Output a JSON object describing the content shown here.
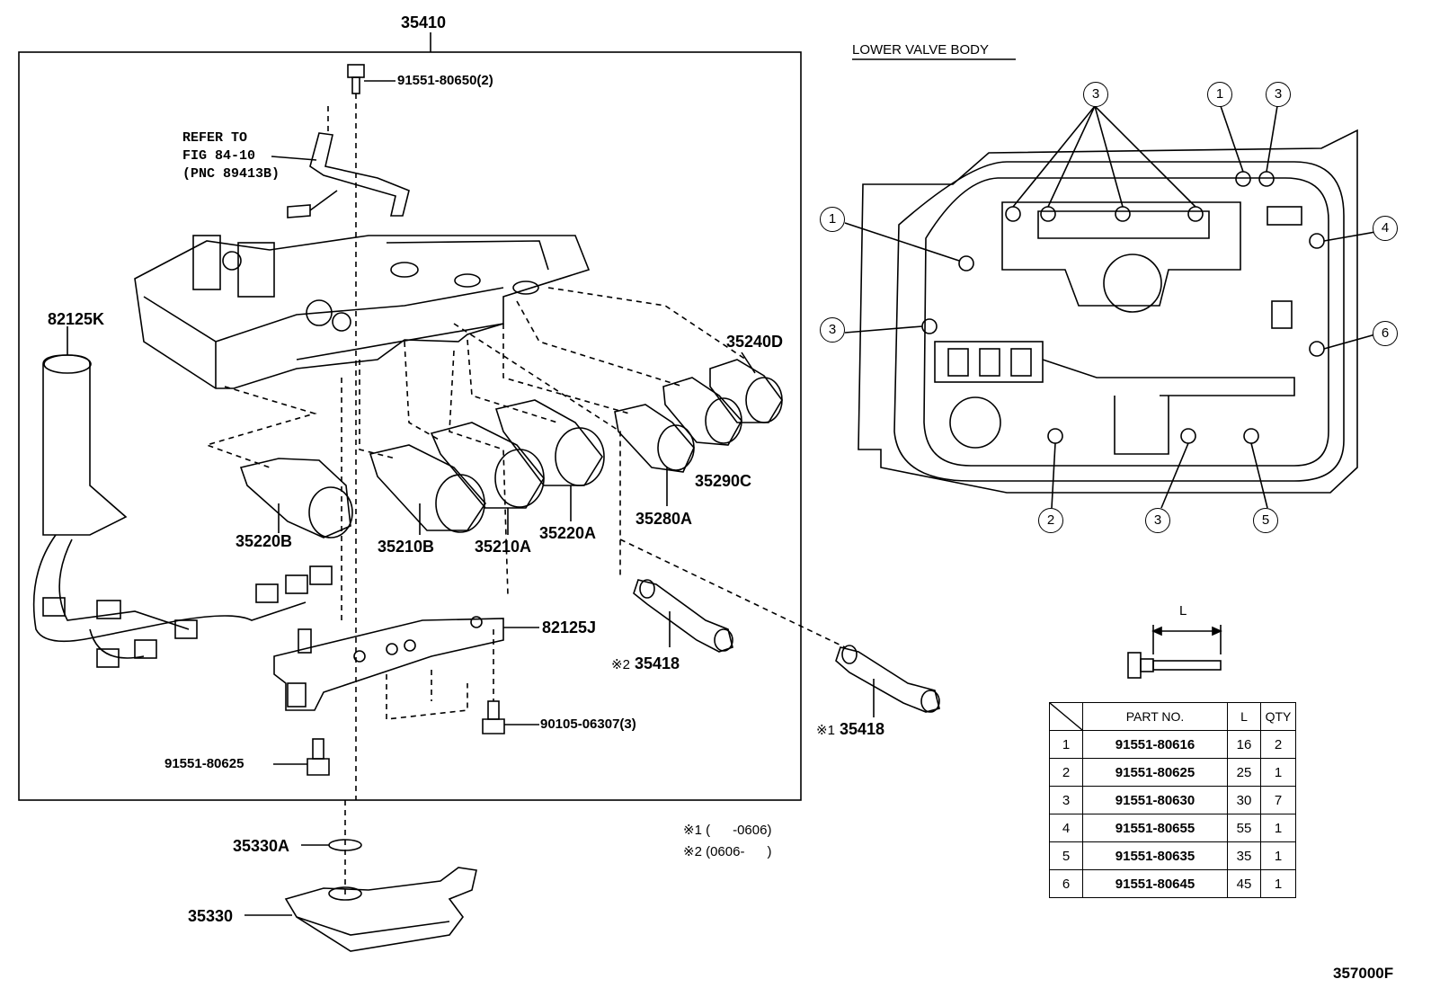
{
  "assembly": {
    "number": "35410",
    "lower_valve_body_title": "LOWER VALVE BODY",
    "figure_code": "357000F"
  },
  "part_labels": {
    "bolt_top": "91551-80650(2)",
    "refer_to": "REFER TO\nFIG 84-10\n(PNC 89413B)",
    "harness": "82125K",
    "solenoid_240d": "35240D",
    "solenoid_290c": "35290C",
    "solenoid_280a": "35280A",
    "solenoid_220a": "35220A",
    "solenoid_210a": "35210A",
    "solenoid_210b": "35210B",
    "solenoid_220b": "35220B",
    "bracket": "82125J",
    "plug_2_prefix": "※2",
    "plug_2": "35418",
    "plug_1_prefix": "※1",
    "plug_1": "35418",
    "bolt_90105": "90105-06307(3)",
    "bolt_80625": "91551-80625",
    "oring": "35330A",
    "strainer": "35330"
  },
  "notes": {
    "note1": "※1 (      -0606)",
    "note2": "※2 (0606-      )"
  },
  "callouts": {
    "one": "1",
    "two": "2",
    "three": "3",
    "four": "4",
    "five": "5",
    "six": "6"
  },
  "bolt_dimension_label": "L",
  "table": {
    "headers": [
      "",
      "PART NO.",
      "L",
      "QTY"
    ],
    "rows": [
      {
        "idx": "1",
        "part_no": "91551-80616",
        "l": "16",
        "qty": "2"
      },
      {
        "idx": "2",
        "part_no": "91551-80625",
        "l": "25",
        "qty": "1"
      },
      {
        "idx": "3",
        "part_no": "91551-80630",
        "l": "30",
        "qty": "7"
      },
      {
        "idx": "4",
        "part_no": "91551-80655",
        "l": "55",
        "qty": "1"
      },
      {
        "idx": "5",
        "part_no": "91551-80635",
        "l": "35",
        "qty": "1"
      },
      {
        "idx": "6",
        "part_no": "91551-80645",
        "l": "45",
        "qty": "1"
      }
    ]
  }
}
